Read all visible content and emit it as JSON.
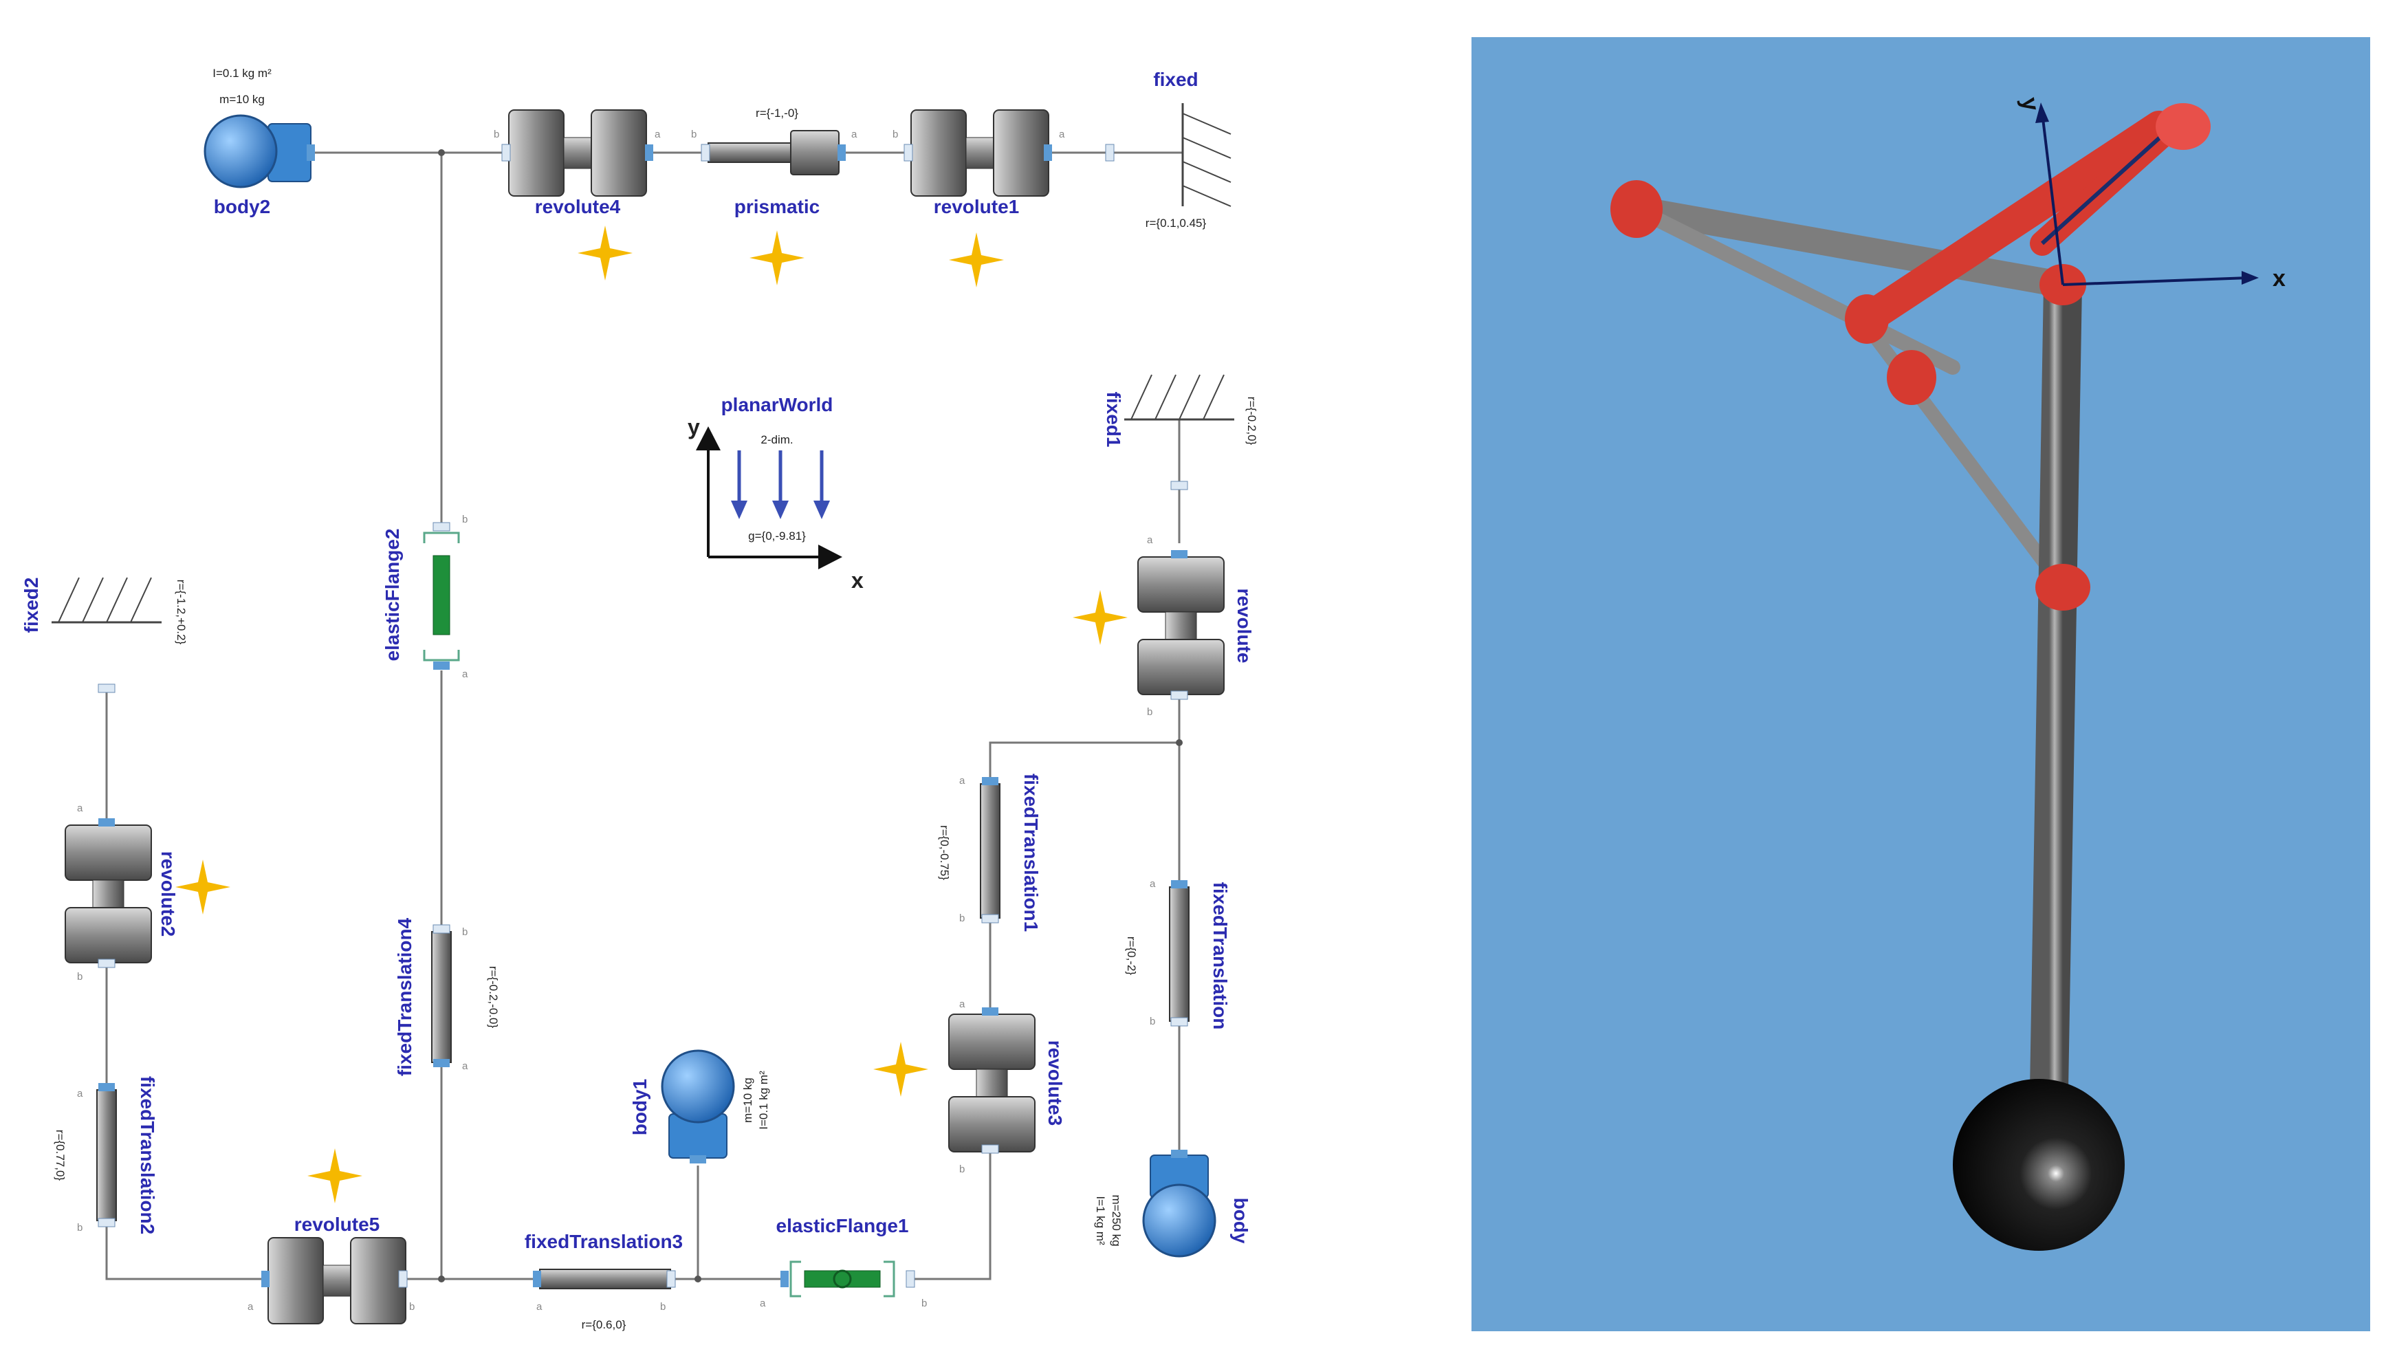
{
  "diagram": {
    "components": {
      "body2": {
        "label": "body2",
        "param1": "I=0.1 kg m²",
        "param2": "m=10 kg"
      },
      "revolute4": {
        "label": "revolute4"
      },
      "prismatic": {
        "label": "prismatic",
        "param": "r={-1,-0}"
      },
      "revolute1": {
        "label": "revolute1"
      },
      "fixed": {
        "label": "fixed",
        "param": "r={0.1,0.45}"
      },
      "planarWorld": {
        "label": "planarWorld",
        "dim": "2-dim.",
        "gravity": "g={0,-9.81}",
        "axis_y": "y",
        "axis_x": "x"
      },
      "fixed1": {
        "label": "fixed1",
        "param": "r={-0.2,0}"
      },
      "revolute": {
        "label": "revolute"
      },
      "fixedTranslation": {
        "label": "fixedTranslation",
        "param": "r={0,-2}"
      },
      "fixedTranslation1": {
        "label": "fixedTranslation1",
        "param": "r={0,-0.75}"
      },
      "revolute3": {
        "label": "revolute3"
      },
      "body": {
        "label": "body",
        "param1": "m=250 kg",
        "param2": "I=1 kg m²"
      },
      "elasticFlange1": {
        "label": "elasticFlange1"
      },
      "fixedTranslation3": {
        "label": "fixedTranslation3",
        "param": "r={0.6,0}"
      },
      "body1": {
        "label": "body1",
        "param1": "m=10 kg",
        "param2": "I=0.1 kg m²"
      },
      "revolute5": {
        "label": "revolute5"
      },
      "fixedTranslation4": {
        "label": "fixedTranslation4",
        "param": "r={-0.2,-0.0}"
      },
      "elasticFlange2": {
        "label": "elasticFlange2"
      },
      "fixed2": {
        "label": "fixed2",
        "param": "r={-1.2,+0.2}"
      },
      "revolute2": {
        "label": "revolute2"
      },
      "fixedTranslation2": {
        "label": "fixedTranslation2",
        "param": "r={0.77,0}"
      }
    },
    "pins": {
      "a": "a",
      "b": "b"
    }
  },
  "view3d": {
    "axis_x": "x",
    "axis_y": "y",
    "colors": {
      "background": "#6aa3d4",
      "link": "#8a8a8a",
      "joint": "#d63a30",
      "bob": "#111111"
    }
  }
}
